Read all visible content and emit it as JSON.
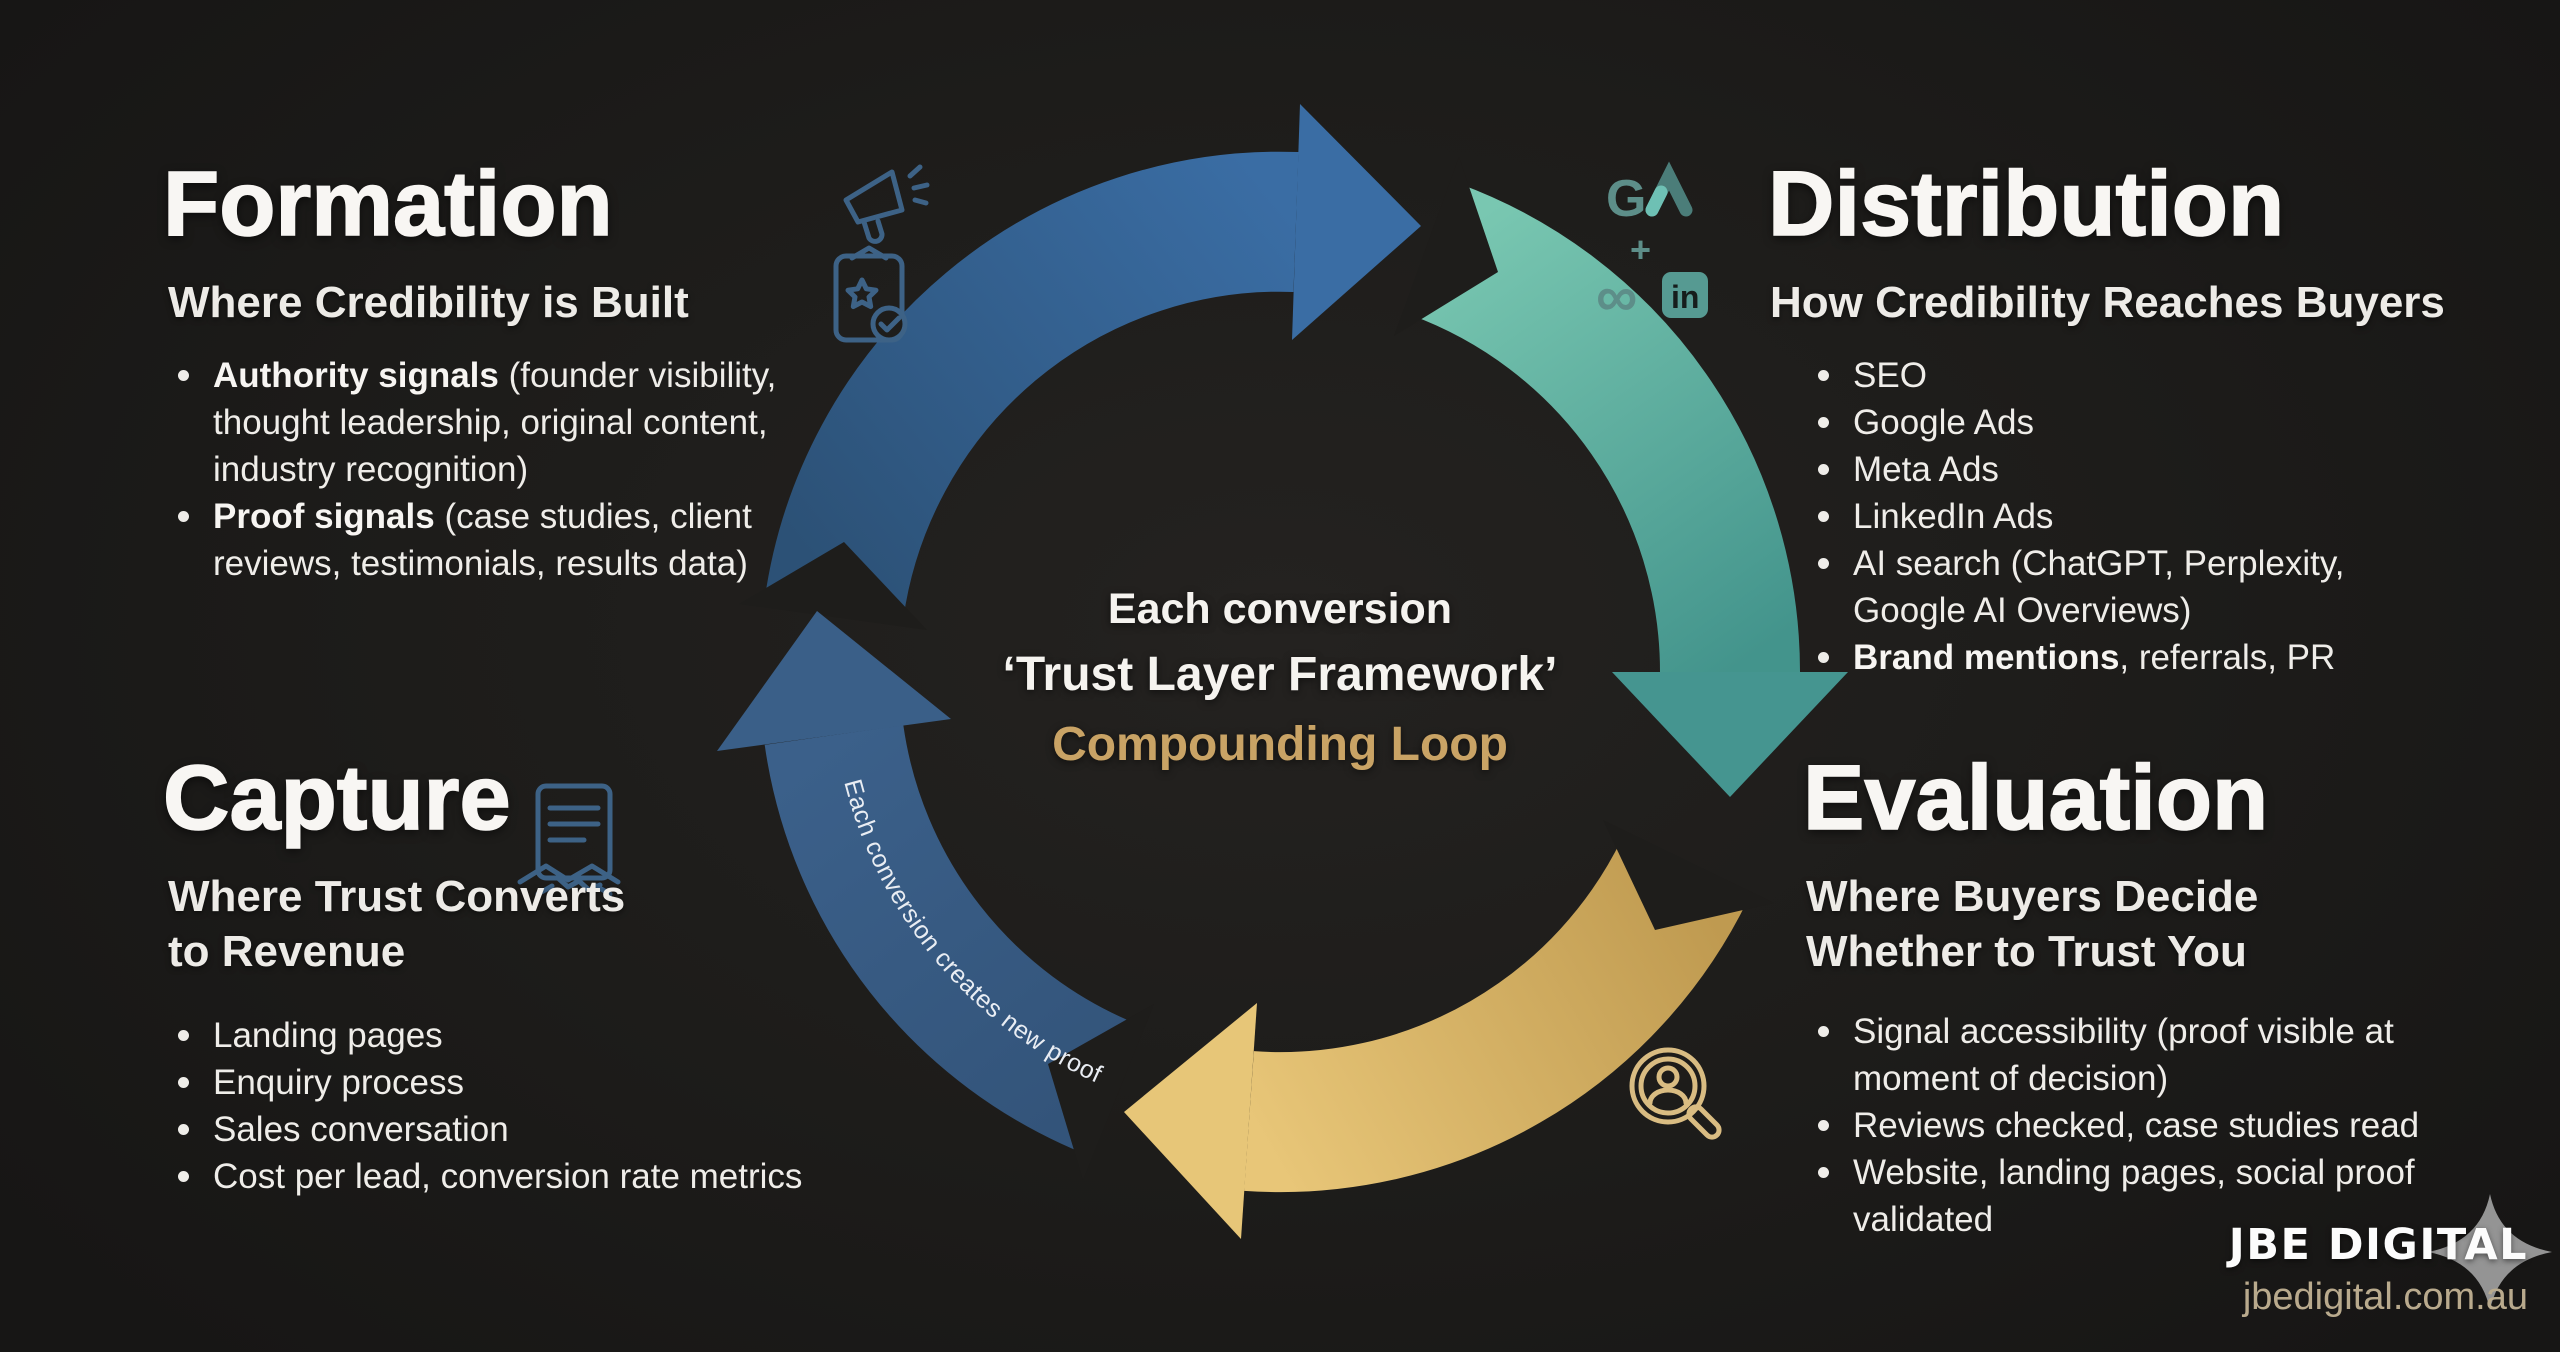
{
  "colors": {
    "background": "#1d1c1a",
    "text_white": "#f2f0ec",
    "arc_blue": "#376a9f",
    "arc_teal": "#4f9e96",
    "arc_gold": "#ddbb6e",
    "center_gold": "#c9a365",
    "icon_blue": "#3d6286",
    "icon_teal": "#5d8e89",
    "icon_teal_bright": "#6ec0b4",
    "icon_gold": "#d9bc82",
    "domain_tan": "#b9aa8d",
    "star_gray": "#a0a0a0"
  },
  "quadrants": {
    "formation": {
      "title": "Formation",
      "subtitle": "Where Credibility is Built",
      "bullets": [
        {
          "b": "Authority signals",
          "t": " (founder visibility, thought leadership, original content, industry recognition)"
        },
        {
          "b": "Proof signals",
          "t": " (case studies, client reviews, testimonials, results data)"
        }
      ]
    },
    "distribution": {
      "title": "Distribution",
      "subtitle": "How Credibility Reaches Buyers",
      "bullets": [
        {
          "t": "SEO"
        },
        {
          "t": "Google Ads"
        },
        {
          "t": "Meta Ads"
        },
        {
          "t": "LinkedIn Ads"
        },
        {
          "t": "AI search (ChatGPT, Perplexity, Google AI Overviews)"
        },
        {
          "b": "Brand mentions",
          "t": ", referrals, PR"
        }
      ]
    },
    "capture": {
      "title": "Capture",
      "subtitle": "Where Trust Converts to Revenue",
      "bullets": [
        {
          "t": "Landing pages"
        },
        {
          "t": "Enquiry process"
        },
        {
          "t": "Sales conversation"
        },
        {
          "t": "Cost per lead, conversion rate metrics"
        }
      ]
    },
    "evaluation": {
      "title": "Evaluation",
      "subtitle": "Where Buyers Decide Whether to Trust You",
      "bullets": [
        {
          "t": "Signal accessibility (proof visible at moment of decision)"
        },
        {
          "t": "Reviews checked, case studies read"
        },
        {
          "t": "Website, landing pages, social proof validated"
        }
      ]
    }
  },
  "center": {
    "line1": "Each conversion",
    "line2": "‘Trust Layer Framework’",
    "line3": "Compounding Loop"
  },
  "loop_label": "Each conversion creates new proof",
  "platform_icons": {
    "google": "G",
    "plus": "+",
    "meta": "∞",
    "linkedin": "in"
  },
  "branding": {
    "company": "JBE DIGITAL",
    "website": "jbedigital.com.au"
  }
}
